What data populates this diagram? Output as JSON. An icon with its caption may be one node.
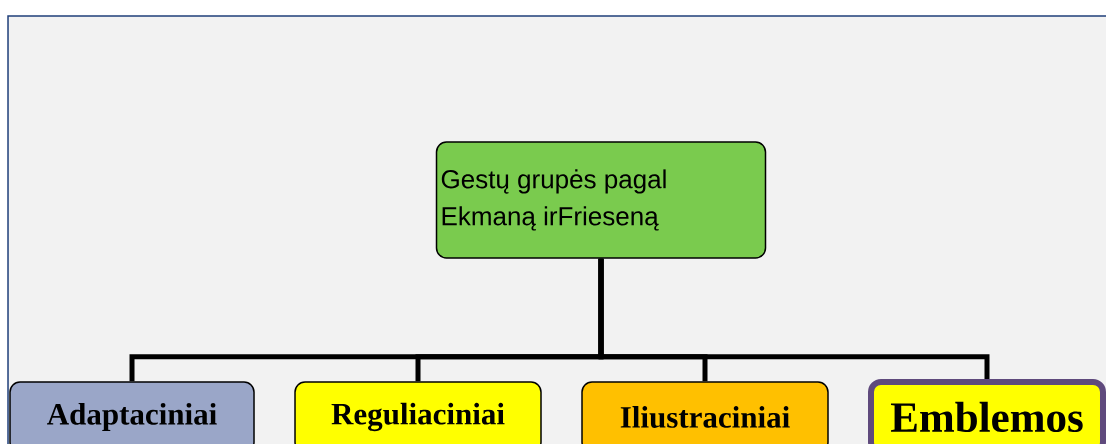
{
  "diagram": {
    "nodes": [
      {
        "text": [
          "Gestų grupės pagal Ekmaną irFrieseną"
        ]
      },
      {
        "text": [
          "Adaptaciniai"
        ]
      },
      {
        "text": [
          "Reguliaciniai"
        ]
      },
      {
        "text": [
          "Iliustraciniai"
        ]
      },
      {
        "text": [
          "Emblemos"
        ]
      }
    ],
    "edges": [
      {
        "from": 0,
        "to": 1,
        "arrow": "none"
      },
      {
        "from": 0,
        "to": 2,
        "arrow": "none"
      },
      {
        "from": 0,
        "to": 3,
        "arrow": "none"
      },
      {
        "from": 0,
        "to": 4,
        "arrow": "none"
      }
    ]
  }
}
